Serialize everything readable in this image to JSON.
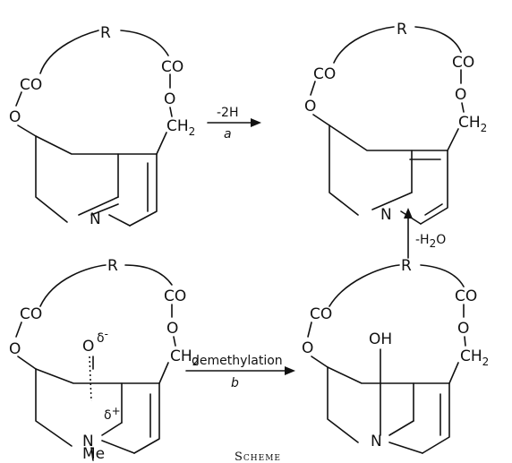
{
  "labels": {
    "R": "R",
    "CO": "CO",
    "O": "O",
    "CH": "CH",
    "two": "2",
    "N": "N",
    "OH": "OH",
    "Me": "Me",
    "delta": "δ",
    "minus": "-",
    "plus": "+"
  },
  "arrows": {
    "a_top": "-2H",
    "a_bottom": "a",
    "up": "-H",
    "up_sub": "2",
    "up_tail": "O",
    "b_top": "demethylation",
    "b_bottom": "b"
  },
  "caption": "Scheme"
}
